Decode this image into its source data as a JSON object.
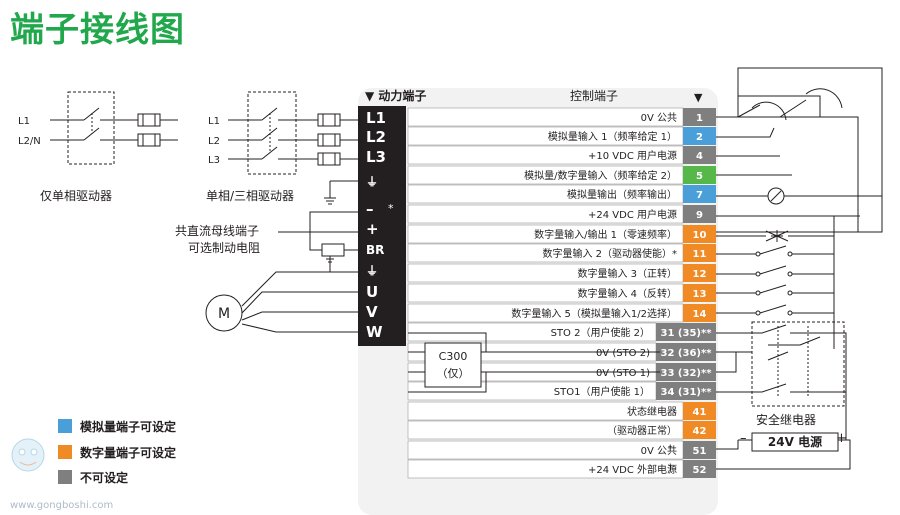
{
  "title": "端子接线图",
  "left": {
    "single_labels": [
      "L1",
      "L2/N"
    ],
    "single_caption": "仅单相驱动器",
    "three_labels": [
      "L1",
      "L2",
      "L3"
    ],
    "three_caption": "单相/三相驱动器",
    "dc_bus_caption": [
      "共直流母线端子",
      "可选制动电阻"
    ],
    "motor_label": "M"
  },
  "power": {
    "header": "▼ 动力端子",
    "terminals": [
      "L1",
      "L2",
      "L3",
      "⏚",
      "–",
      "+",
      "BR",
      "⏚",
      "U",
      "V",
      "W"
    ],
    "minus_note": "*"
  },
  "control": {
    "header": "控制端子",
    "header_arrow": "▼",
    "rows": [
      {
        "label": "0V 公共",
        "num": "1",
        "type": "fixed"
      },
      {
        "label": "模拟量输入 1（频率给定 1）",
        "num": "2",
        "type": "analog"
      },
      {
        "label": "+10 VDC 用户电源",
        "num": "4",
        "type": "fixed"
      },
      {
        "label": "模拟量/数字量输入（频率给定 2）",
        "num": "5",
        "type": "green"
      },
      {
        "label": "模拟量输出（频率输出）",
        "num": "7",
        "type": "analog"
      },
      {
        "label": "+24 VDC 用户电源",
        "num": "9",
        "type": "fixed"
      },
      {
        "label": "数字量输入/输出 1（零速频率）",
        "num": "10",
        "type": "digital"
      },
      {
        "label": "数字量输入 2（驱动器使能）*",
        "num": "11",
        "type": "digital"
      },
      {
        "label": "数字量输入 3（正转）",
        "num": "12",
        "type": "digital"
      },
      {
        "label": "数字量输入 4（反转）",
        "num": "13",
        "type": "digital"
      },
      {
        "label": "数字量输入 5（模拟量输入1/2选择）",
        "num": "14",
        "type": "digital"
      },
      {
        "label": "STO 2（用户使能 2）",
        "num": "31 (35)**",
        "type": "fixed"
      },
      {
        "label": "0V (STO 2)",
        "num": "32 (36)**",
        "type": "fixed"
      },
      {
        "label": "0V (STO 1)",
        "num": "33 (32)**",
        "type": "fixed"
      },
      {
        "label": "STO1（用户使能 1）",
        "num": "34 (31)**",
        "type": "fixed"
      },
      {
        "label": "状态继电器",
        "num": "41",
        "type": "digital"
      },
      {
        "label": "（驱动器正常）",
        "num": "42",
        "type": "digital"
      },
      {
        "label": "0V 公共",
        "num": "51",
        "type": "fixed"
      },
      {
        "label": "+24 VDC 外部电源",
        "num": "52",
        "type": "fixed"
      }
    ],
    "c300_label": [
      "C300",
      "（仅）"
    ],
    "dagger": "†"
  },
  "right": {
    "safety_relay": "安全继电器",
    "psu_label": "24V 电源",
    "minus": "–",
    "plus": "+"
  },
  "legend": [
    {
      "label": "模拟量端子可设定",
      "color": "#4b9fd8"
    },
    {
      "label": "数字量端子可设定",
      "color": "#f08a24"
    },
    {
      "label": "不可设定",
      "color": "#7f7f80"
    }
  ],
  "watermark": {
    "site": "www.gongboshi.com"
  },
  "colors": {
    "analog": "#4b9fd8",
    "digital": "#f08a24",
    "green": "#55b848",
    "fixed": "#7f7f80",
    "title": "#21a84c",
    "panel": "#f2f2f2",
    "black": "#231f20"
  }
}
